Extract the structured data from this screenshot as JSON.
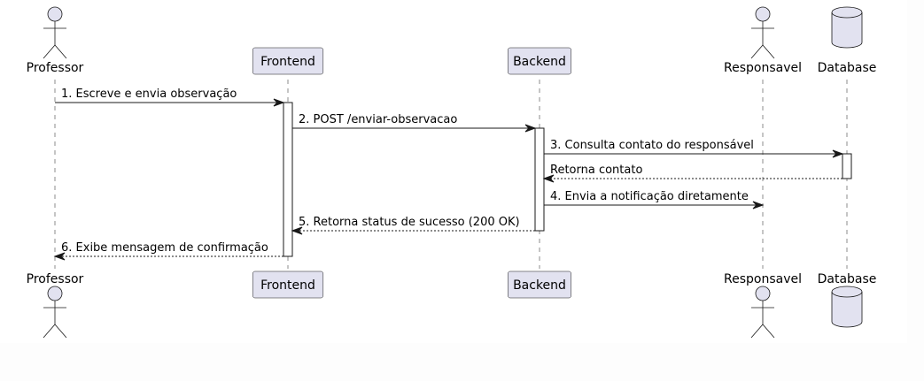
{
  "participants": [
    {
      "id": "professor",
      "label": "Professor",
      "kind": "actor"
    },
    {
      "id": "frontend",
      "label": "Frontend",
      "kind": "participant"
    },
    {
      "id": "backend",
      "label": "Backend",
      "kind": "participant"
    },
    {
      "id": "responsavel",
      "label": "Responsavel",
      "kind": "actor"
    },
    {
      "id": "database",
      "label": "Database",
      "kind": "database"
    }
  ],
  "messages": [
    {
      "label": "1. Escreve e envia observação",
      "from": "professor",
      "to": "frontend",
      "style": "solid"
    },
    {
      "label": "2. POST /enviar-observacao",
      "from": "frontend",
      "to": "backend",
      "style": "solid"
    },
    {
      "label": "3. Consulta contato do responsável",
      "from": "backend",
      "to": "database",
      "style": "solid"
    },
    {
      "label": "Retorna contato",
      "from": "database",
      "to": "backend",
      "style": "dashed"
    },
    {
      "label": "4. Envia a notificação diretamente",
      "from": "backend",
      "to": "responsavel",
      "style": "solid"
    },
    {
      "label": "5. Retorna status de sucesso (200 OK)",
      "from": "backend",
      "to": "frontend",
      "style": "dashed"
    },
    {
      "label": "6. Exibe mensagem de confirmação",
      "from": "frontend",
      "to": "professor",
      "style": "dashed"
    }
  ],
  "activations": [
    {
      "participant": "frontend",
      "from_message": 0,
      "to_message": 6
    },
    {
      "participant": "backend",
      "from_message": 1,
      "to_message": 5
    },
    {
      "participant": "database",
      "from_message": 2,
      "to_message": 3
    }
  ],
  "colors": {
    "participant_fill": "#e2e2f0",
    "participant_border": "#181818",
    "lifeline": "#181818",
    "activation_fill": "#ffffff",
    "arrow": "#181818",
    "background": "#ffffff",
    "page": "#fdfdfd"
  }
}
